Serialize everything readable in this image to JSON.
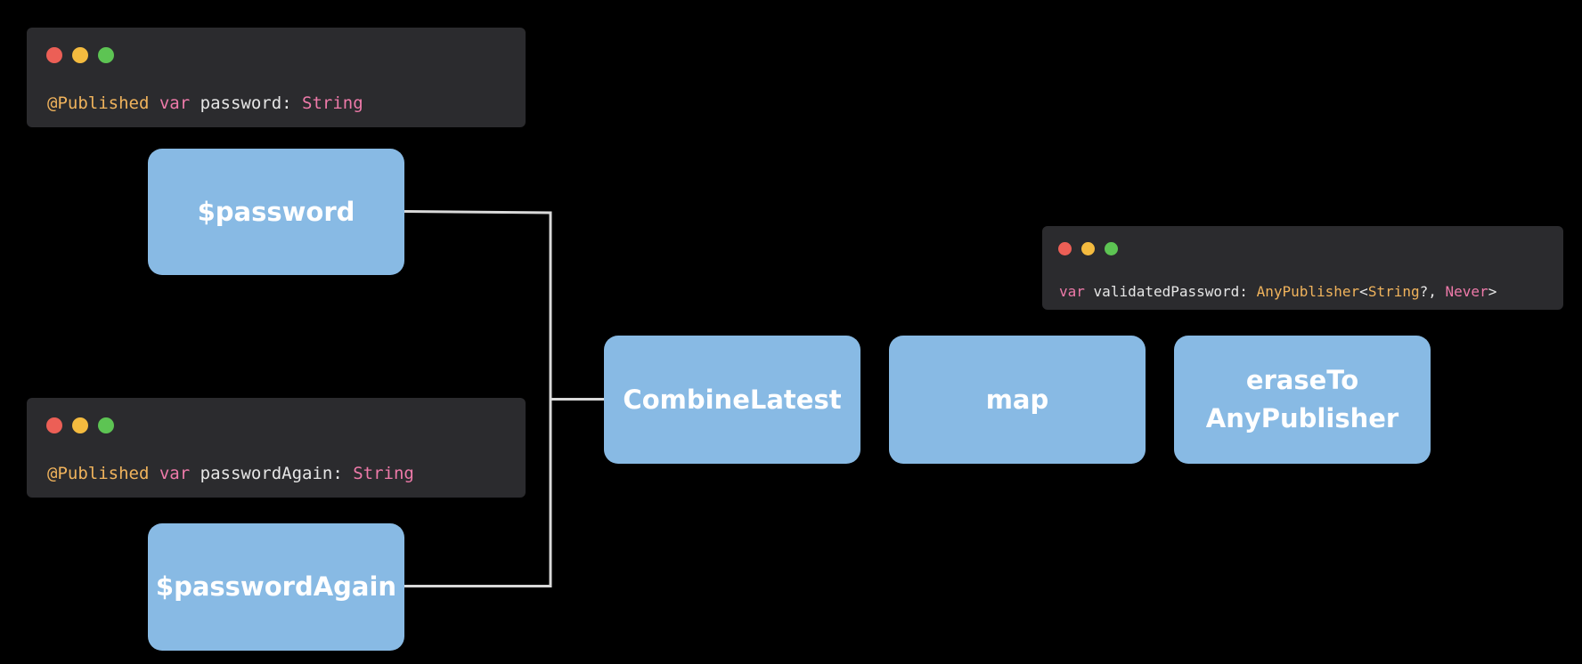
{
  "colors": {
    "background": "#000000",
    "code_window_bg": "#2b2b2e",
    "node_fill": "#88bae4",
    "node_text": "#ffffff",
    "connector": "#d9d9d9",
    "dot_red": "#ec5f56",
    "dot_yellow": "#f4bb3f",
    "dot_green": "#5dc453",
    "keyword_pink": "#ee7aa9",
    "attribute_orange": "#f0b35c",
    "code_text": "#e6e6e6"
  },
  "code_windows": {
    "password": {
      "attribute": "@Published",
      "keyword": "var",
      "name": "password:",
      "type": "String"
    },
    "password_again": {
      "attribute": "@Published",
      "keyword": "var",
      "name": "passwordAgain:",
      "type": "String"
    },
    "validated": {
      "keyword": "var",
      "name": "validatedPassword:",
      "type": "AnyPublisher",
      "open": "<",
      "inner_type": "String",
      "sep": "?, ",
      "failure_type": "Never",
      "close": ">"
    }
  },
  "nodes": {
    "password": "$password",
    "password_again": "$passwordAgain",
    "combine_latest": "CombineLatest",
    "map": "map",
    "erase_to_any_publisher": "eraseTo\nAnyPublisher"
  }
}
